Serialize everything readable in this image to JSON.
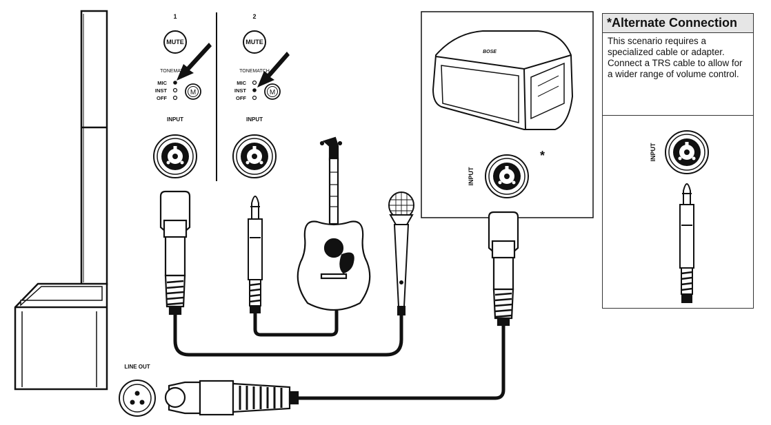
{
  "channels": [
    {
      "number": "1",
      "mute_label": "MUTE",
      "tonematch_label": "TONEMATCH",
      "mode_labels": [
        "MIC",
        "INST",
        "OFF"
      ],
      "selected_mode": "MIC",
      "input_label": "INPUT"
    },
    {
      "number": "2",
      "mute_label": "MUTE",
      "tonematch_label": "TONEMATCH",
      "mode_labels": [
        "MIC",
        "INST",
        "OFF"
      ],
      "selected_mode": "INST",
      "input_label": "INPUT"
    }
  ],
  "tonematch_button_glyph": "M",
  "line_out_label": "LINE OUT",
  "speaker": {
    "brand": "BOSE",
    "input_label": "INPUT",
    "note_marker": "*"
  },
  "alternate": {
    "title": "*Alternate Connection",
    "description": "This scenario requires a specialized cable or adapter. Connect a TRS cable to allow for a wider range of volume control.",
    "input_label": "INPUT"
  },
  "icons": [
    "arrow-icon",
    "acoustic-guitar-icon",
    "microphone-icon",
    "xlr-connector-icon",
    "trs-plug-icon",
    "combo-jack-icon"
  ]
}
